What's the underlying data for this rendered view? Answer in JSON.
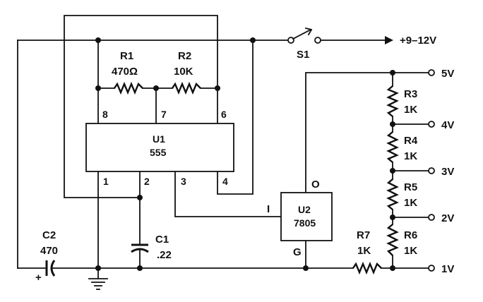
{
  "supply": {
    "label": "+9–12V",
    "switch_label": "S1"
  },
  "u1": {
    "ref": "U1",
    "part": "555",
    "pins": [
      "8",
      "7",
      "6",
      "1",
      "2",
      "3",
      "4"
    ]
  },
  "u2": {
    "ref": "U2",
    "part": "7805",
    "pin_in": "I",
    "pin_out": "O",
    "pin_gnd": "G"
  },
  "resistors": [
    {
      "ref": "R1",
      "value": "470Ω"
    },
    {
      "ref": "R2",
      "value": "10K"
    },
    {
      "ref": "R3",
      "value": "1K"
    },
    {
      "ref": "R4",
      "value": "1K"
    },
    {
      "ref": "R5",
      "value": "1K"
    },
    {
      "ref": "R6",
      "value": "1K"
    },
    {
      "ref": "R7",
      "value": "1K"
    }
  ],
  "capacitors": [
    {
      "ref": "C1",
      "value": ".22"
    },
    {
      "ref": "C2",
      "value": "470",
      "polarity": "+"
    }
  ],
  "outputs": [
    "5V",
    "4V",
    "3V",
    "2V",
    "1V"
  ]
}
